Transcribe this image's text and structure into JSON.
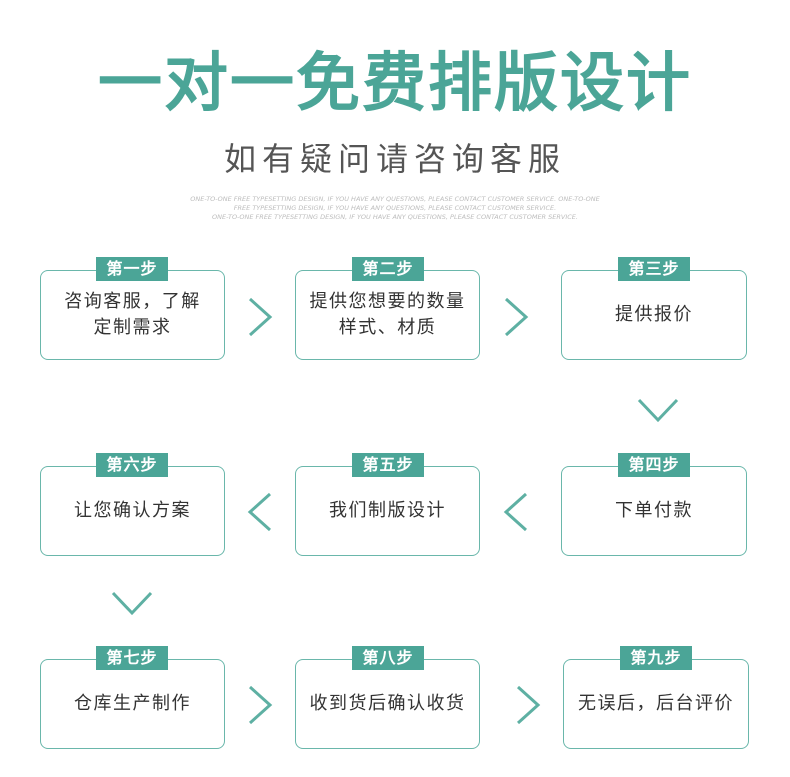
{
  "header": {
    "title": "一对一免费排版设计",
    "subtitle": "如有疑问请咨询客服",
    "en_lines": [
      "ONE-TO-ONE FREE TYPESETTING DESIGN, IF YOU HAVE ANY QUESTIONS, PLEASE CONTACT CUSTOMER SERVICE. ONE-TO-ONE",
      "FREE TYPESETTING DESIGN, IF YOU HAVE ANY QUESTIONS, PLEASE CONTACT CUSTOMER SERVICE.",
      "ONE-TO-ONE FREE TYPESETTING DESIGN, IF YOU HAVE ANY QUESTIONS, PLEASE CONTACT CUSTOMER SERVICE."
    ]
  },
  "colors": {
    "accent": "#4ba597",
    "border": "#6ab7ab",
    "text": "#333333"
  },
  "steps": [
    {
      "label": "第一步",
      "lines": [
        "咨询客服，了解",
        "定制需求"
      ]
    },
    {
      "label": "第二步",
      "lines": [
        "提供您想要的数量",
        "样式、材质"
      ]
    },
    {
      "label": "第三步",
      "lines": [
        "提供报价"
      ]
    },
    {
      "label": "第四步",
      "lines": [
        "下单付款"
      ]
    },
    {
      "label": "第五步",
      "lines": [
        "我们制版设计"
      ]
    },
    {
      "label": "第六步",
      "lines": [
        "让您确认方案"
      ]
    },
    {
      "label": "第七步",
      "lines": [
        "仓库生产制作"
      ]
    },
    {
      "label": "第八步",
      "lines": [
        "收到货后确认收货"
      ]
    },
    {
      "label": "第九步",
      "lines": [
        "无误后，后台评价"
      ]
    }
  ]
}
